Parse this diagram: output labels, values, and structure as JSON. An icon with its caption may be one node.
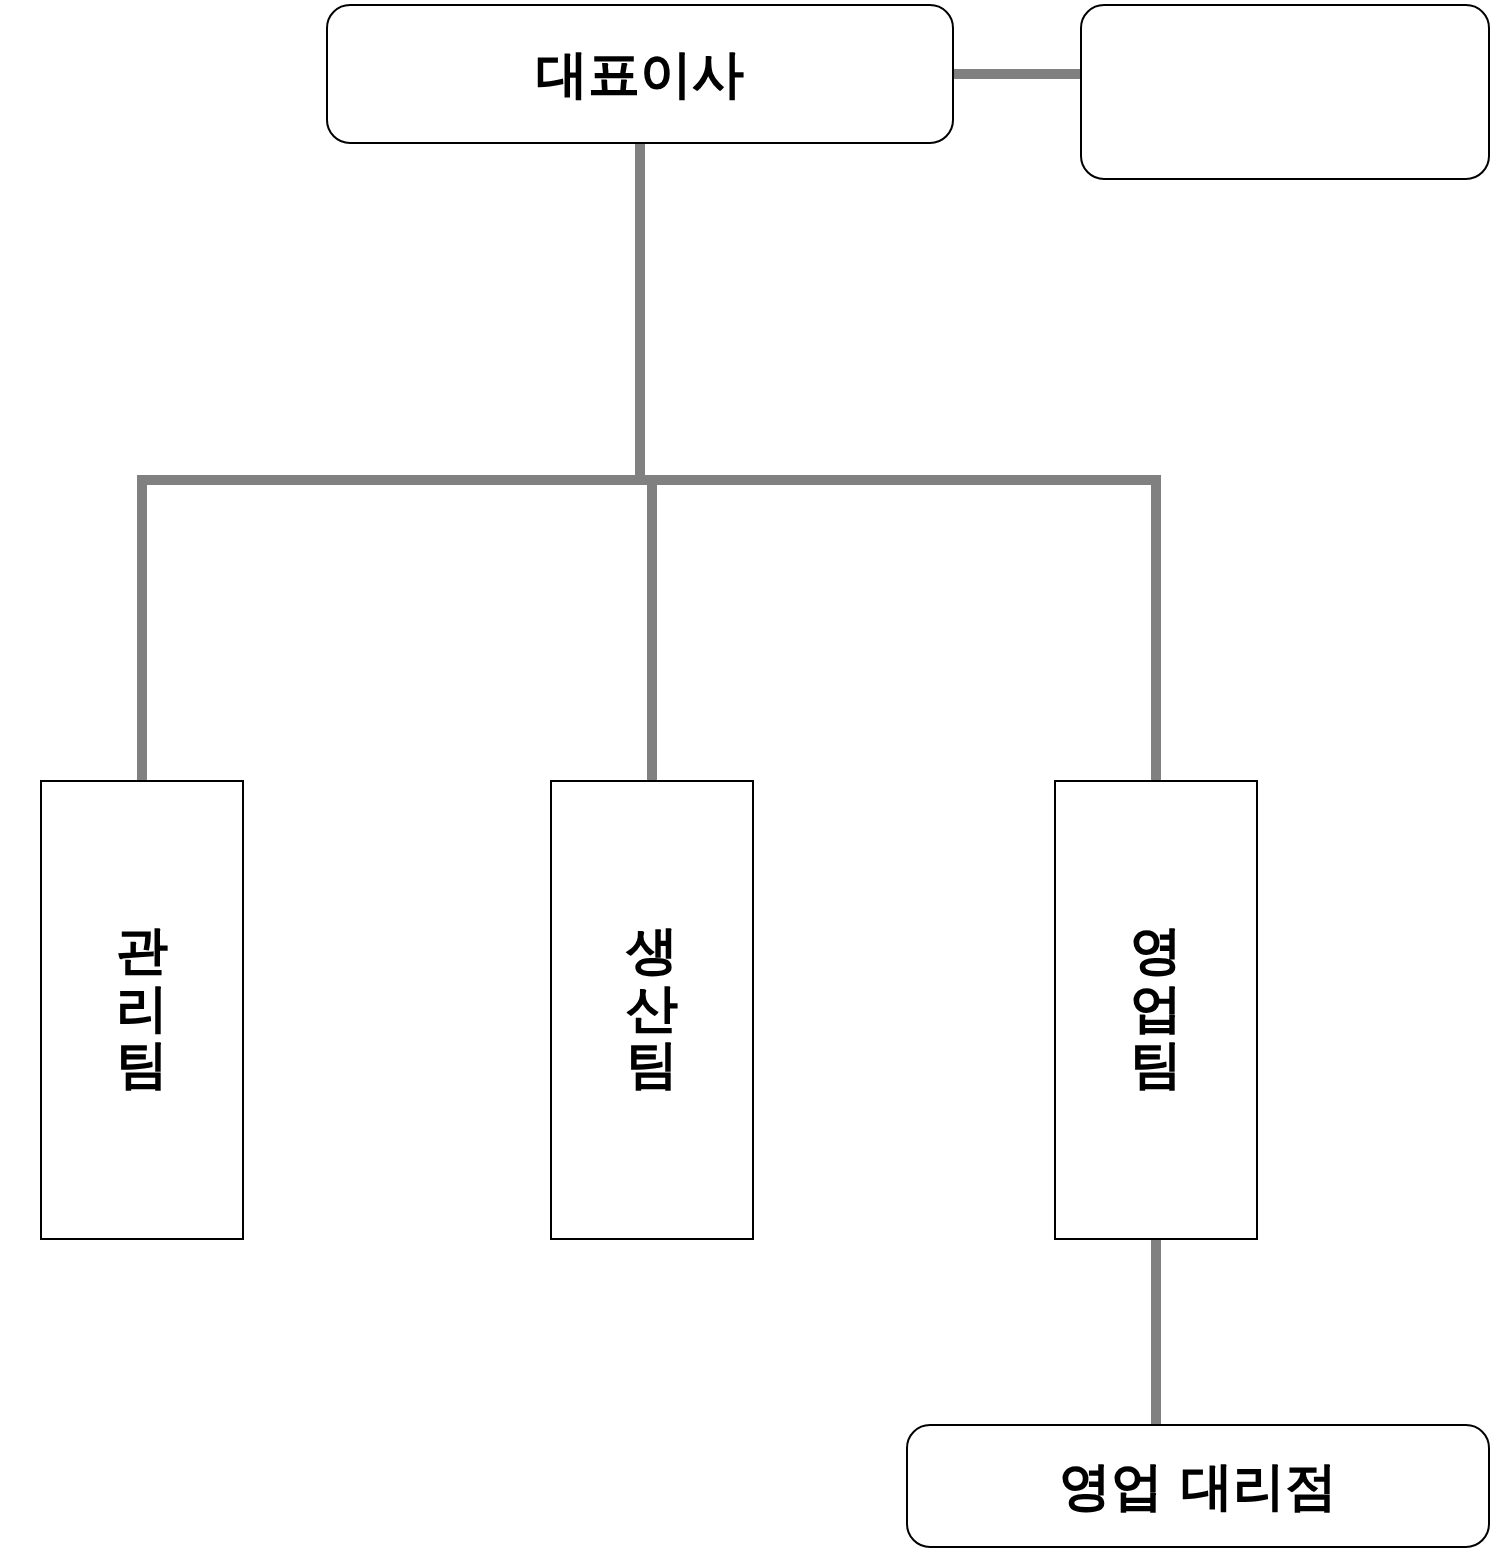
{
  "diagram": {
    "nodes": [
      {
        "text": [
          "대표이사"
        ]
      },
      {
        "text": [],
        "shape": "box"
      },
      {
        "text": [
          "관리팀"
        ]
      },
      {
        "text": [
          "생산팀"
        ]
      },
      {
        "text": [
          "영업팀"
        ]
      },
      {
        "text": [
          "영업 대리점"
        ]
      }
    ],
    "edges": [
      {
        "from": 0,
        "to": 1,
        "arrow": "none"
      },
      {
        "from": 0,
        "to": 2,
        "arrow": "none"
      },
      {
        "from": 0,
        "to": 3,
        "arrow": "none"
      },
      {
        "from": 0,
        "to": 4,
        "arrow": "none"
      },
      {
        "from": 4,
        "to": 5,
        "arrow": "none"
      }
    ]
  }
}
